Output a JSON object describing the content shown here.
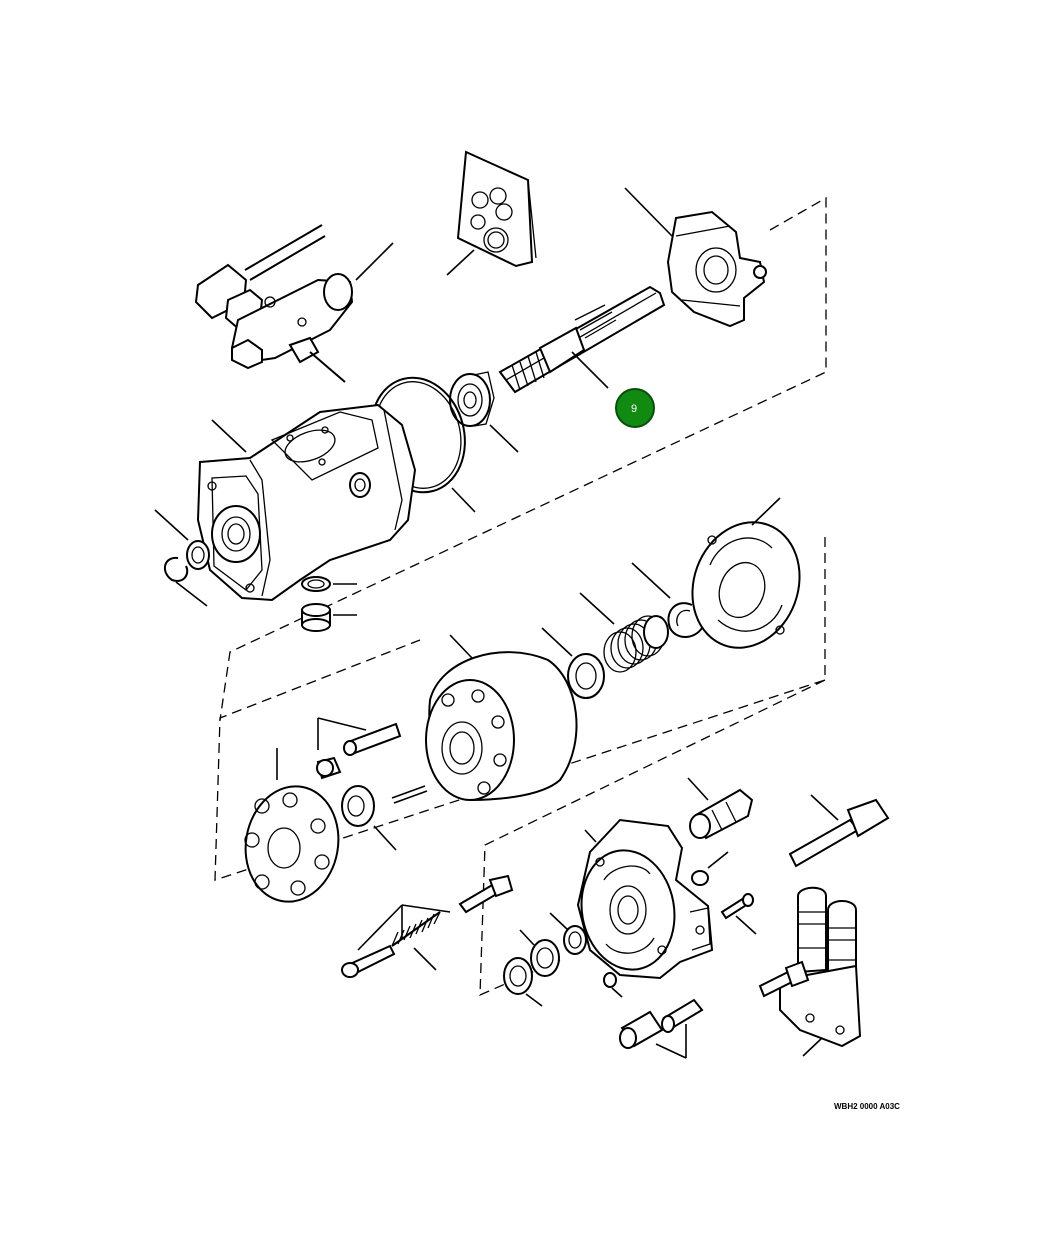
{
  "figure": {
    "reference_code": "WBH2 0000 A03C"
  },
  "callouts": [
    {
      "id": "callout-9",
      "label": "9",
      "fill": "#108a10",
      "stroke": "#0b4d0b"
    }
  ],
  "colors": {
    "line": "#000000",
    "background": "#ffffff"
  }
}
